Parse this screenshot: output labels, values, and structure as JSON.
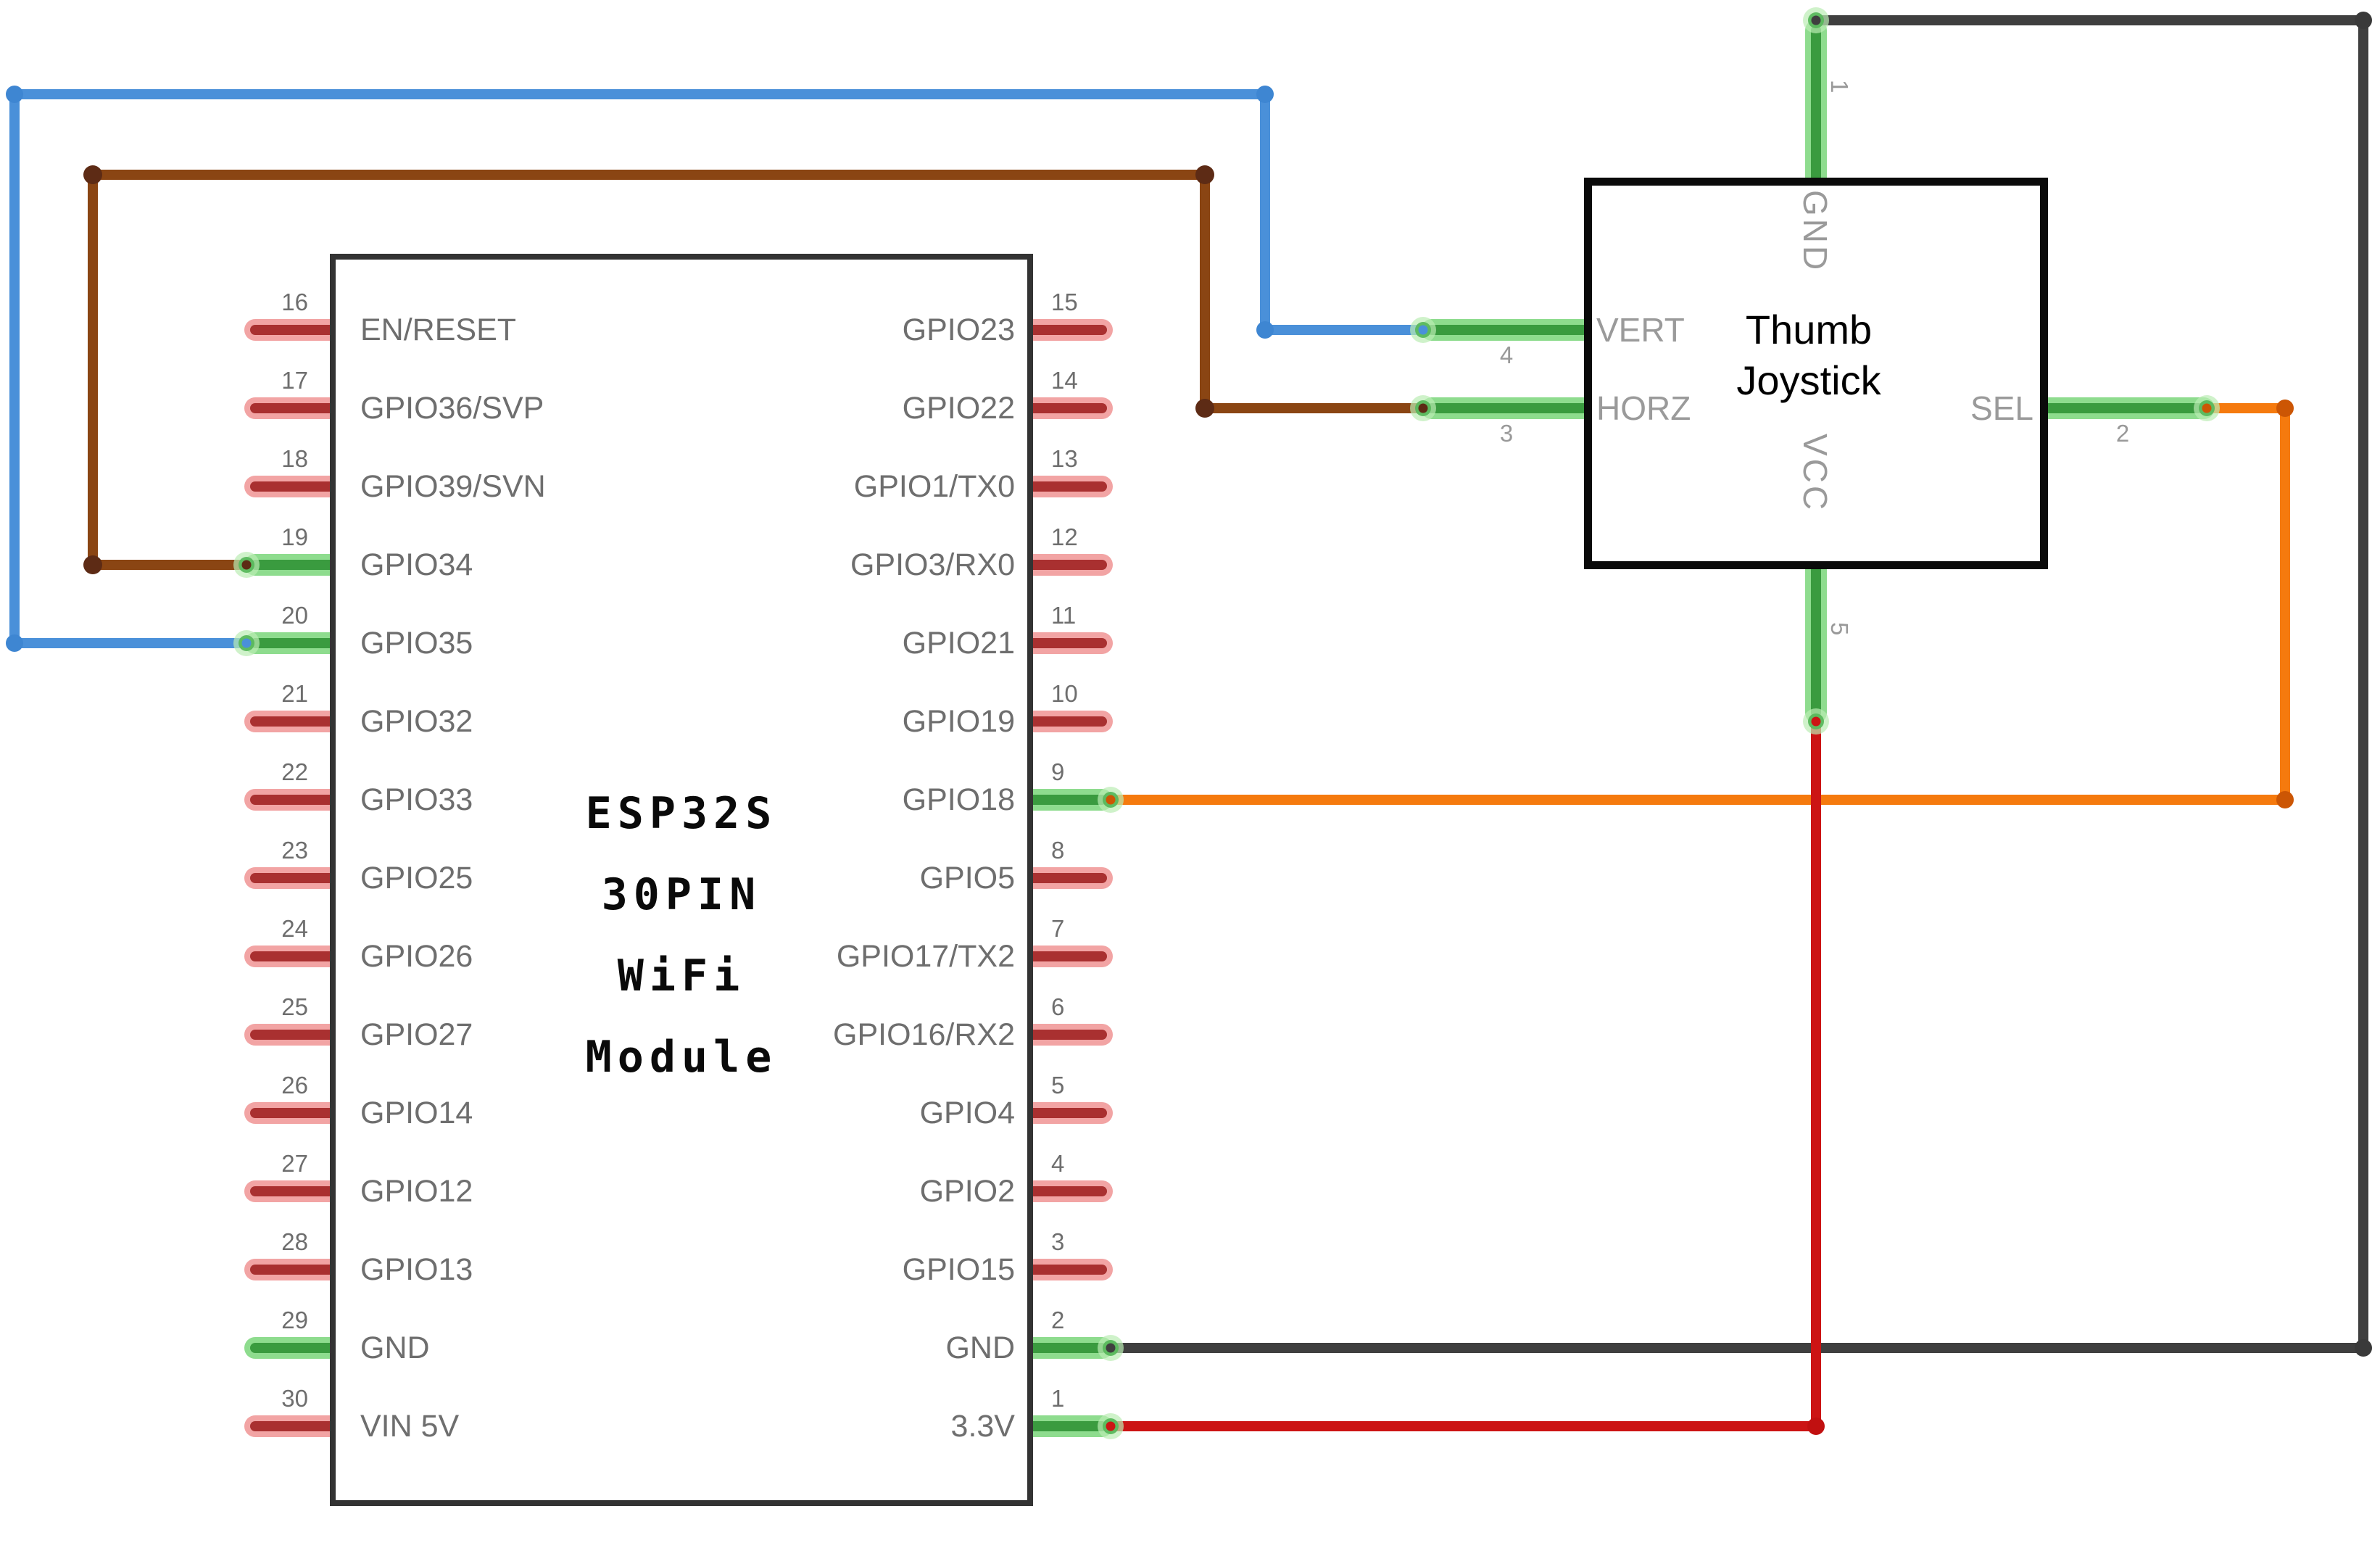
{
  "colors": {
    "wire_blue": "#4a90d9",
    "wire_blue_dot": "#3e86d2",
    "wire_brown": "#8a4513",
    "wire_brown_dot": "#5d2b15",
    "wire_gray": "#3f3f3f",
    "wire_gray_dot": "#3a3a3a",
    "wire_orange": "#f57a0e",
    "wire_orange_dot": "#cc5604",
    "wire_red": "#cc1414",
    "wire_red_dot": "#c11010",
    "pin_red_core": "#a93030",
    "pin_red_glow": "#f2a4a4",
    "pin_green_core": "#3a9b3f",
    "pin_green_glow": "#8edc8e",
    "ring_outer": "#baecb4",
    "ring_mid": "#58b85c",
    "esp_text": "#0a0a0a",
    "joystick_text": "#000000",
    "pin_label_gray": "#6e6e6e",
    "joystick_label_gray": "#9a9a9a"
  },
  "esp32": {
    "title_lines": [
      "ESP32S",
      "30PIN",
      "WiFi",
      "Module"
    ],
    "left_pins": [
      {
        "num": "16",
        "label": "EN/RESET",
        "type": "red"
      },
      {
        "num": "17",
        "label": "GPIO36/SVP",
        "type": "red"
      },
      {
        "num": "18",
        "label": "GPIO39/SVN",
        "type": "red"
      },
      {
        "num": "19",
        "label": "GPIO34",
        "type": "green",
        "ring_color_key": "wire_brown_dot"
      },
      {
        "num": "20",
        "label": "GPIO35",
        "type": "green",
        "ring_color_key": "wire_blue"
      },
      {
        "num": "21",
        "label": "GPIO32",
        "type": "red"
      },
      {
        "num": "22",
        "label": "GPIO33",
        "type": "red"
      },
      {
        "num": "23",
        "label": "GPIO25",
        "type": "red"
      },
      {
        "num": "24",
        "label": "GPIO26",
        "type": "red"
      },
      {
        "num": "25",
        "label": "GPIO27",
        "type": "red"
      },
      {
        "num": "26",
        "label": "GPIO14",
        "type": "red"
      },
      {
        "num": "27",
        "label": "GPIO12",
        "type": "red"
      },
      {
        "num": "28",
        "label": "GPIO13",
        "type": "red"
      },
      {
        "num": "29",
        "label": "GND",
        "type": "green"
      },
      {
        "num": "30",
        "label": "VIN 5V",
        "type": "red"
      }
    ],
    "right_pins": [
      {
        "num": "15",
        "label": "GPIO23",
        "type": "red"
      },
      {
        "num": "14",
        "label": "GPIO22",
        "type": "red"
      },
      {
        "num": "13",
        "label": "GPIO1/TX0",
        "type": "red"
      },
      {
        "num": "12",
        "label": "GPIO3/RX0",
        "type": "red"
      },
      {
        "num": "11",
        "label": "GPIO21",
        "type": "red"
      },
      {
        "num": "10",
        "label": "GPIO19",
        "type": "red"
      },
      {
        "num": "9",
        "label": "GPIO18",
        "type": "green",
        "ring_color_key": "wire_orange_dot"
      },
      {
        "num": "8",
        "label": "GPIO5",
        "type": "red"
      },
      {
        "num": "7",
        "label": "GPIO17/TX2",
        "type": "red"
      },
      {
        "num": "6",
        "label": "GPIO16/RX2",
        "type": "red"
      },
      {
        "num": "5",
        "label": "GPIO4",
        "type": "red"
      },
      {
        "num": "4",
        "label": "GPIO2",
        "type": "red"
      },
      {
        "num": "3",
        "label": "GPIO15",
        "type": "red"
      },
      {
        "num": "2",
        "label": "GND",
        "type": "green",
        "ring_color_key": "wire_gray"
      },
      {
        "num": "1",
        "label": "3.3V",
        "type": "green",
        "ring_color_key": "wire_red"
      }
    ]
  },
  "joystick": {
    "title_lines": [
      "Thumb",
      "Joystick"
    ],
    "top_pin": {
      "num": "1",
      "label": "GND"
    },
    "left_pins": [
      {
        "num": "4",
        "label": "VERT"
      },
      {
        "num": "3",
        "label": "HORZ"
      }
    ],
    "right_pin": {
      "num": "2",
      "label": "SEL"
    },
    "bottom_pin": {
      "num": "5",
      "label": "VCC"
    }
  },
  "wires": [
    {
      "id": "blue",
      "from": "ESP32 GPIO35 (pin 20)",
      "to": "Joystick VERT (pin 4)",
      "color_key": "wire_blue"
    },
    {
      "id": "brown",
      "from": "ESP32 GPIO34 (pin 19)",
      "to": "Joystick HORZ (pin 3)",
      "color_key": "wire_brown"
    },
    {
      "id": "gray",
      "from": "Joystick GND (pin 1)",
      "to": "ESP32 GND (pin 2)",
      "color_key": "wire_gray"
    },
    {
      "id": "orange",
      "from": "Joystick SEL (pin 2)",
      "to": "ESP32 GPIO18 (pin 9)",
      "color_key": "wire_orange"
    },
    {
      "id": "red",
      "from": "Joystick VCC (pin 5)",
      "to": "ESP32 3.3V (pin 1)",
      "color_key": "wire_red"
    }
  ]
}
